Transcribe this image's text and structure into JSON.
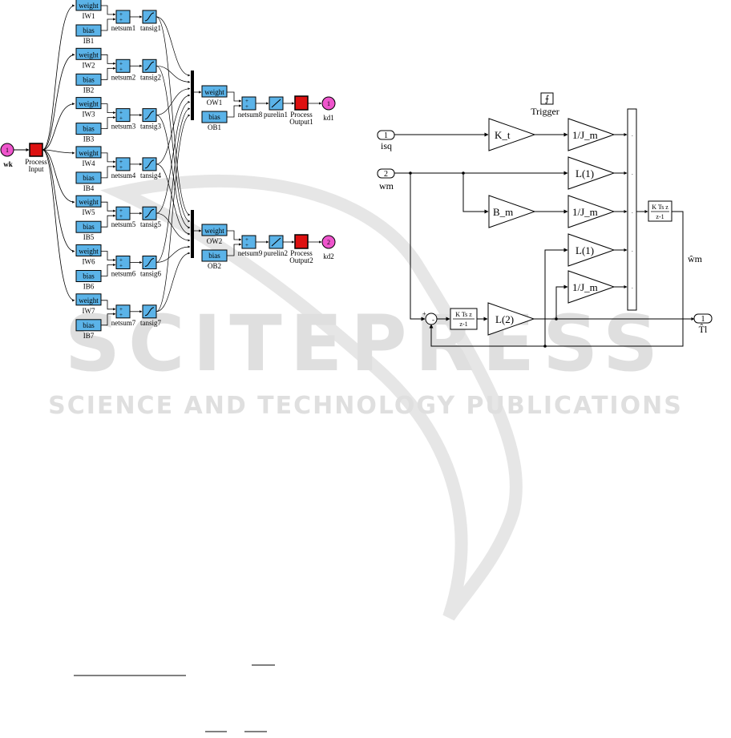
{
  "neural_net": {
    "input_port": {
      "number": "1",
      "label": "wk"
    },
    "process_input": "Process Input",
    "hidden_layers": [
      {
        "weight": "weight",
        "weight_label": "IW1",
        "bias": "bias",
        "bias_label": "IB1",
        "netsum": "netsum1",
        "tansig": "tansig1"
      },
      {
        "weight": "weight",
        "weight_label": "IW2",
        "bias": "bias",
        "bias_label": "IB2",
        "netsum": "netsum2",
        "tansig": "tansig2"
      },
      {
        "weight": "weight",
        "weight_label": "IW3",
        "bias": "bias",
        "bias_label": "IB3",
        "netsum": "netsum3",
        "tansig": "tansig3"
      },
      {
        "weight": "weight",
        "weight_label": "IW4",
        "bias": "bias",
        "bias_label": "IB4",
        "netsum": "netsum4",
        "tansig": "tansig4"
      },
      {
        "weight": "weight",
        "weight_label": "IW5",
        "bias": "bias",
        "bias_label": "IB5",
        "netsum": "netsum5",
        "tansig": "tansig5"
      },
      {
        "weight": "weight",
        "weight_label": "IW6",
        "bias": "bias",
        "bias_label": "IB6",
        "netsum": "netsum6",
        "tansig": "tansig6"
      },
      {
        "weight": "weight",
        "weight_label": "IW7",
        "bias": "bias",
        "bias_label": "IB7",
        "netsum": "netsum7",
        "tansig": "tansig7"
      }
    ],
    "output_layers": [
      {
        "weight": "weight",
        "weight_label": "OW1",
        "bias": "bias",
        "bias_label": "OB1",
        "netsum": "netsum8",
        "purelin": "purelin1",
        "process_output": "Process Output1",
        "port_number": "1",
        "port_label": "kd1"
      },
      {
        "weight": "weight",
        "weight_label": "OW2",
        "bias": "bias",
        "bias_label": "OB2",
        "netsum": "netsum9",
        "purelin": "purelin2",
        "process_output": "Process Output2",
        "port_number": "2",
        "port_label": "kd2"
      }
    ]
  },
  "observer": {
    "trigger": {
      "symbol": "⨍",
      "label": "Trigger"
    },
    "inputs": [
      {
        "number": "1",
        "label": "isq"
      },
      {
        "number": "2",
        "label": "wm"
      }
    ],
    "gains": {
      "kt": "K_t",
      "jm1": "1/J_m",
      "l1a": "L(1)",
      "bm": "B_m",
      "jm2": "1/J_m",
      "l1b": "L(1)",
      "jm3": "1/J_m",
      "l2": "L(2)"
    },
    "integrator_main": {
      "num": "K Ts z",
      "den": "z-1"
    },
    "integrator_load": {
      "num": "K Ts z",
      "den": "z-1"
    },
    "sum_sign": "+",
    "sum_sign_minus": "-",
    "wm_hat_label": "ŵm",
    "output": {
      "number": "1",
      "label": "T̂l"
    }
  },
  "watermark": {
    "logo": "SCITEPRESS",
    "tagline": "SCIENCE AND TECHNOLOGY PUBLICATIONS"
  },
  "colors": {
    "block_blue": "#5bb3e8",
    "port_magenta": "#ee55cc",
    "process_red": "#dd1111",
    "watermark_gray": "#d6d6d6"
  }
}
